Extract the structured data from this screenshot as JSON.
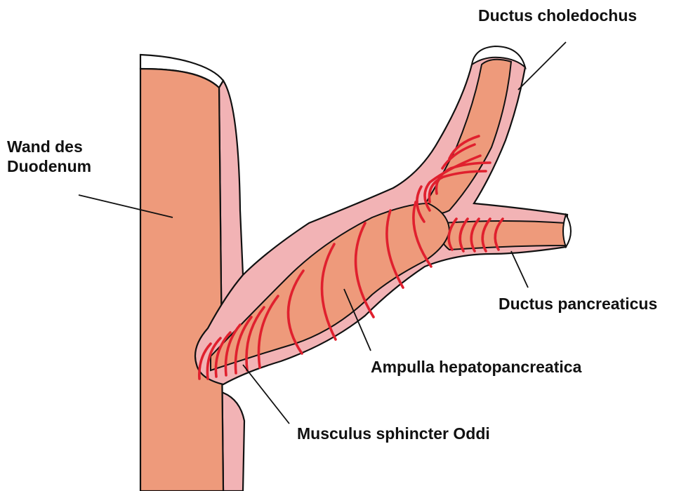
{
  "labels": {
    "duodenum_line1": "Wand des",
    "duodenum_line2": "Duodenum",
    "choledochus": "Ductus choledochus",
    "pancreaticus": "Ductus pancreaticus",
    "ampulla": "Ampulla hepatopancreatica",
    "sphincter": "Musculus sphincter Oddi"
  },
  "colors": {
    "wall_inner": "#ee9a7b",
    "wall_outer": "#f2b3b5",
    "muscle_fibers": "#e0202e",
    "outline": "#111111",
    "background": "#ffffff"
  }
}
